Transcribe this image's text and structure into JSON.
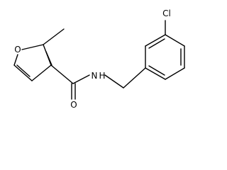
{
  "atoms": {
    "oxygen_ring": "O",
    "oxygen_carbonyl": "O",
    "nitrogen": "N",
    "hydrogen": "H",
    "chlorine": "Cl"
  }
}
